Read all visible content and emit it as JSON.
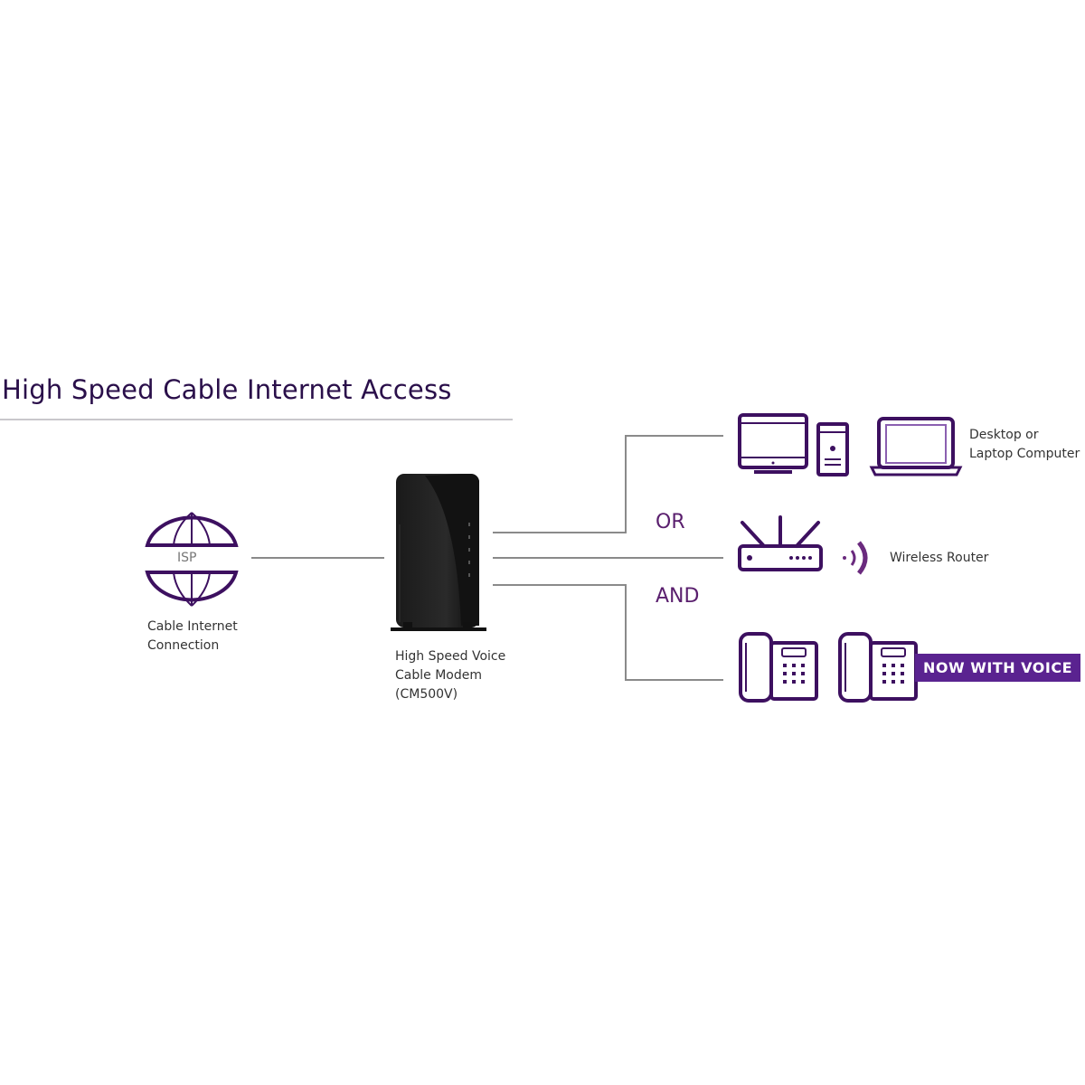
{
  "title": "High Speed Cable Internet Access",
  "colors": {
    "accent": "#5a2390",
    "icon_stroke": "#3d1060",
    "line": "#8a8a8a",
    "title": "#2a0f4a"
  },
  "isp": {
    "icon": "globe-icon",
    "icon_text": "ISP",
    "label_lines": [
      "Cable Internet",
      "Connection"
    ]
  },
  "modem": {
    "icon": "cable-modem-image",
    "label_lines": [
      "High Speed Voice",
      "Cable Modem",
      "(CM500V)"
    ]
  },
  "connectors": {
    "or": "OR",
    "and": "AND"
  },
  "computers": {
    "icons": [
      "desktop-monitor-icon",
      "tower-pc-icon",
      "laptop-icon"
    ],
    "label_lines": [
      "Desktop or",
      "Laptop Computer"
    ]
  },
  "router": {
    "icons": [
      "router-icon",
      "wifi-signal-icon"
    ],
    "label": "Wireless Router"
  },
  "phones": {
    "icons": [
      "desk-phone-icon",
      "desk-phone-icon"
    ],
    "badge": "NOW WITH VOICE"
  }
}
